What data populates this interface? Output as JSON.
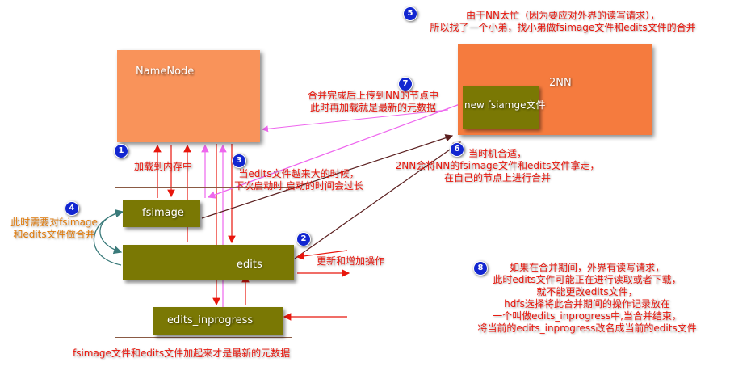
{
  "boxes": {
    "namenode": "NameNode",
    "secondary": "2NN",
    "new_fsimage": "new fsiamge文件",
    "fsimage": "fsimage",
    "edits": "edits",
    "edits_inprogress": "edits_inprogress"
  },
  "badges": [
    "1",
    "2",
    "3",
    "4",
    "5",
    "6",
    "7",
    "8"
  ],
  "notes": {
    "n1": "加载到内存中",
    "n2": "更新和增加操作",
    "n3": [
      "当edits文件越来大的时候，",
      "下次启动时 启动的时间会过长"
    ],
    "n4": [
      "此时需要对fsimage",
      "和edits文件做合并"
    ],
    "n5": [
      "由于NN太忙（因为要应对外界的读写请求），",
      "所以找了一个小弟，找小弟做fsimage文件和edits文件的合并"
    ],
    "n6": [
      "当时机合适，",
      "2NN会将NN的fsimage文件和edits文件拿走，",
      "在自己的节点上进行合并"
    ],
    "n7": [
      "合并完成后上传到NN的节点中",
      "此时再加载就是最新的元数据"
    ],
    "n8": [
      "如果在合并期间，外界有读写请求，",
      "此时edits文件可能正在进行读取或者下载，",
      "就不能更改edits文件，",
      "hdfs选择将此合并期间的操作记录放在",
      "一个叫做edits_inprogress中,当合并结束，",
      "将当前的edits_inprogress改名成当前的edits文件"
    ],
    "bottom": "fsimage文件和edits文件加起来才是最新的元数据"
  }
}
